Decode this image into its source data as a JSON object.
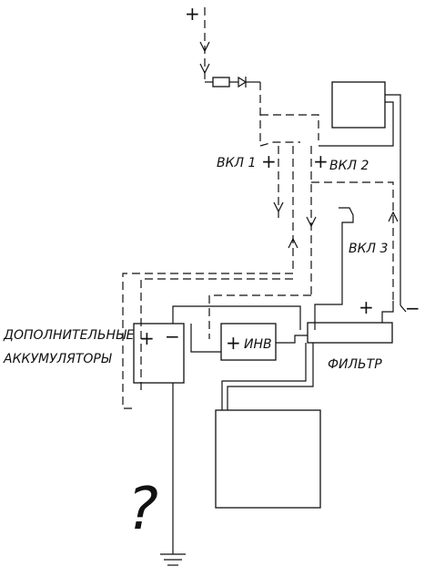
{
  "labels": {
    "switch1": "ВКЛ 1",
    "switch2": "ВКЛ 2",
    "switch3": "ВКЛ 3",
    "inverter": "ИНВ",
    "filter": "ФИЛЬТР",
    "battery_line1": "ДОПОЛНИТЕЛЬНЫЕ",
    "battery_line2": "АККУМУЛЯТОРЫ",
    "question": "?"
  },
  "signs": {
    "plus": "+",
    "minus": "−"
  },
  "colors": {
    "ink": "#111111",
    "background": "#ffffff"
  }
}
